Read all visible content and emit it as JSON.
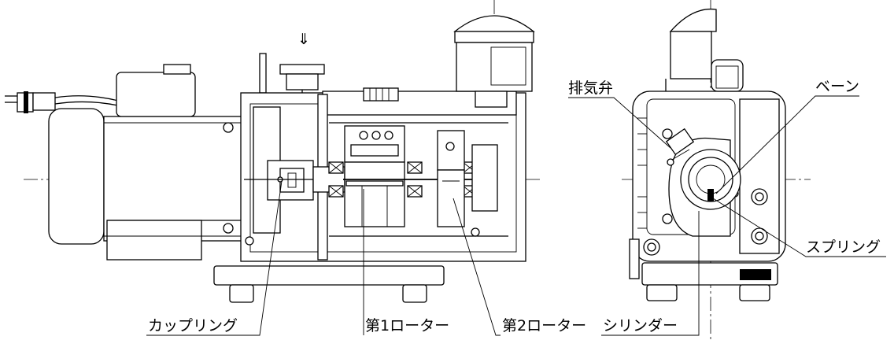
{
  "labels": {
    "coupling": "カップリング",
    "rotor1": "第1ローター",
    "rotor2": "第2ローター",
    "cylinder": "シリンダー",
    "exhaust_valve": "排気弁",
    "vane": "ベーン",
    "spring": "スプリング"
  },
  "inlet_arrow": "⇓"
}
